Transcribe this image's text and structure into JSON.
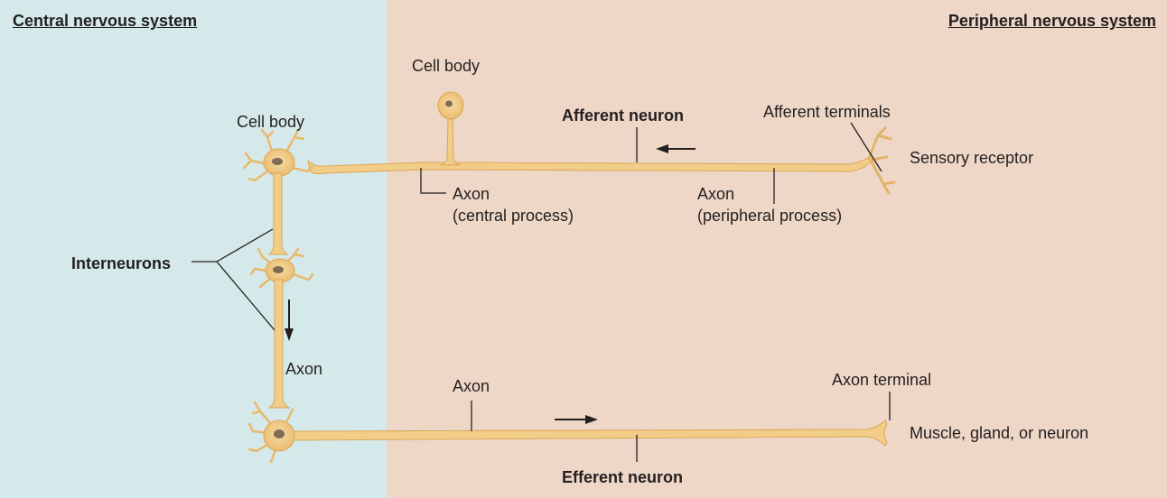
{
  "colors": {
    "cns_background": "#d5e9ea",
    "pns_background": "#eed7c6",
    "neuron_fill": "#f1cd88",
    "neuron_stroke": "#d9a85a",
    "nucleus": "#7f6e54",
    "leader_line": "#231f20"
  },
  "headings": {
    "cns": "Central nervous system",
    "pns": "Peripheral nervous system"
  },
  "labels": {
    "cell_body_afferent": "Cell body",
    "cell_body_inter": "Cell body",
    "afferent_neuron": "Afferent neuron",
    "afferent_terminals": "Afferent terminals",
    "sensory_receptor": "Sensory receptor",
    "axon_central_line1": "Axon",
    "axon_central_line2": "(central process)",
    "axon_peripheral_line1": "Axon",
    "axon_peripheral_line2": "(peripheral process)",
    "interneurons": "Interneurons",
    "axon_inter": "Axon",
    "axon_efferent": "Axon",
    "axon_terminal": "Axon terminal",
    "muscle_gland_neuron": "Muscle, gland, or neuron",
    "efferent_neuron": "Efferent neuron"
  },
  "icons": {
    "afferent_arrow": "arrow-left-icon",
    "interneuron_arrow": "arrow-down-icon",
    "efferent_arrow": "arrow-right-icon"
  }
}
